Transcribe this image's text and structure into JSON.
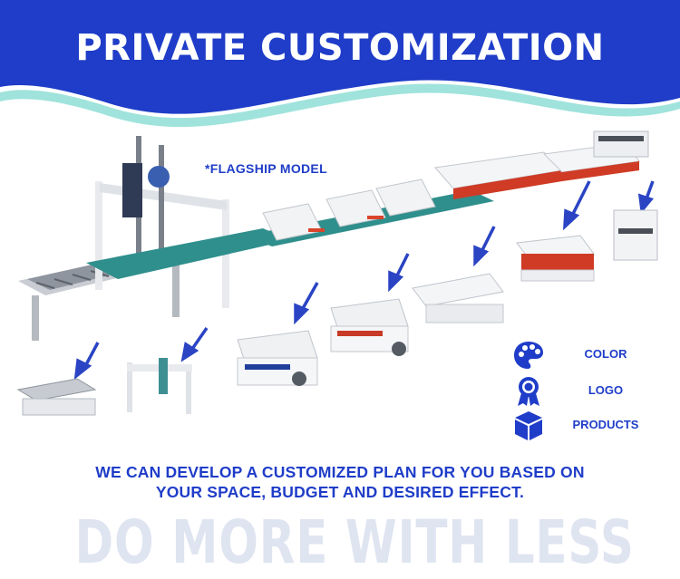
{
  "banner": {
    "title": "PRIVATE CUSTOMIZATION"
  },
  "flagship_label": "*FLAGSHIP MODEL",
  "options": [
    {
      "icon": "palette-icon",
      "label": "COLOR"
    },
    {
      "icon": "award-ribbon-icon",
      "label": "LOGO"
    },
    {
      "icon": "box-icon",
      "label": "PRODUCTS"
    }
  ],
  "plan_text": {
    "line1": "WE CAN DEVELOP A CUSTOMIZED PLAN FOR YOU BASED ON",
    "line2": "YOUR SPACE, BUDGET AND DESIRED EFFECT."
  },
  "slogan": "DO MORE WITH LESS",
  "colors": {
    "brand_blue": "#1f3dc8",
    "teal_wave": "#9fe3dc",
    "slogan_gray": "#dfe4f1"
  }
}
